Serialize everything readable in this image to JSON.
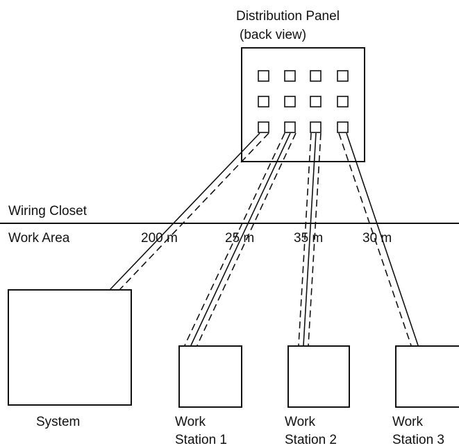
{
  "panel": {
    "title_line1": "Distribution Panel",
    "title_line2": "(back view)"
  },
  "areas": {
    "wiring_closet": "Wiring Closet",
    "work_area": "Work Area"
  },
  "cables": [
    {
      "length": "200 m"
    },
    {
      "length": "25 m"
    },
    {
      "length": "35 m"
    },
    {
      "length": "30 m"
    }
  ],
  "devices": {
    "system": "System",
    "ws1_line1": "Work",
    "ws1_line2": "Station 1",
    "ws2_line1": "Work",
    "ws2_line2": "Station 2",
    "ws3_line1": "Work",
    "ws3_line2": "Station 3"
  }
}
